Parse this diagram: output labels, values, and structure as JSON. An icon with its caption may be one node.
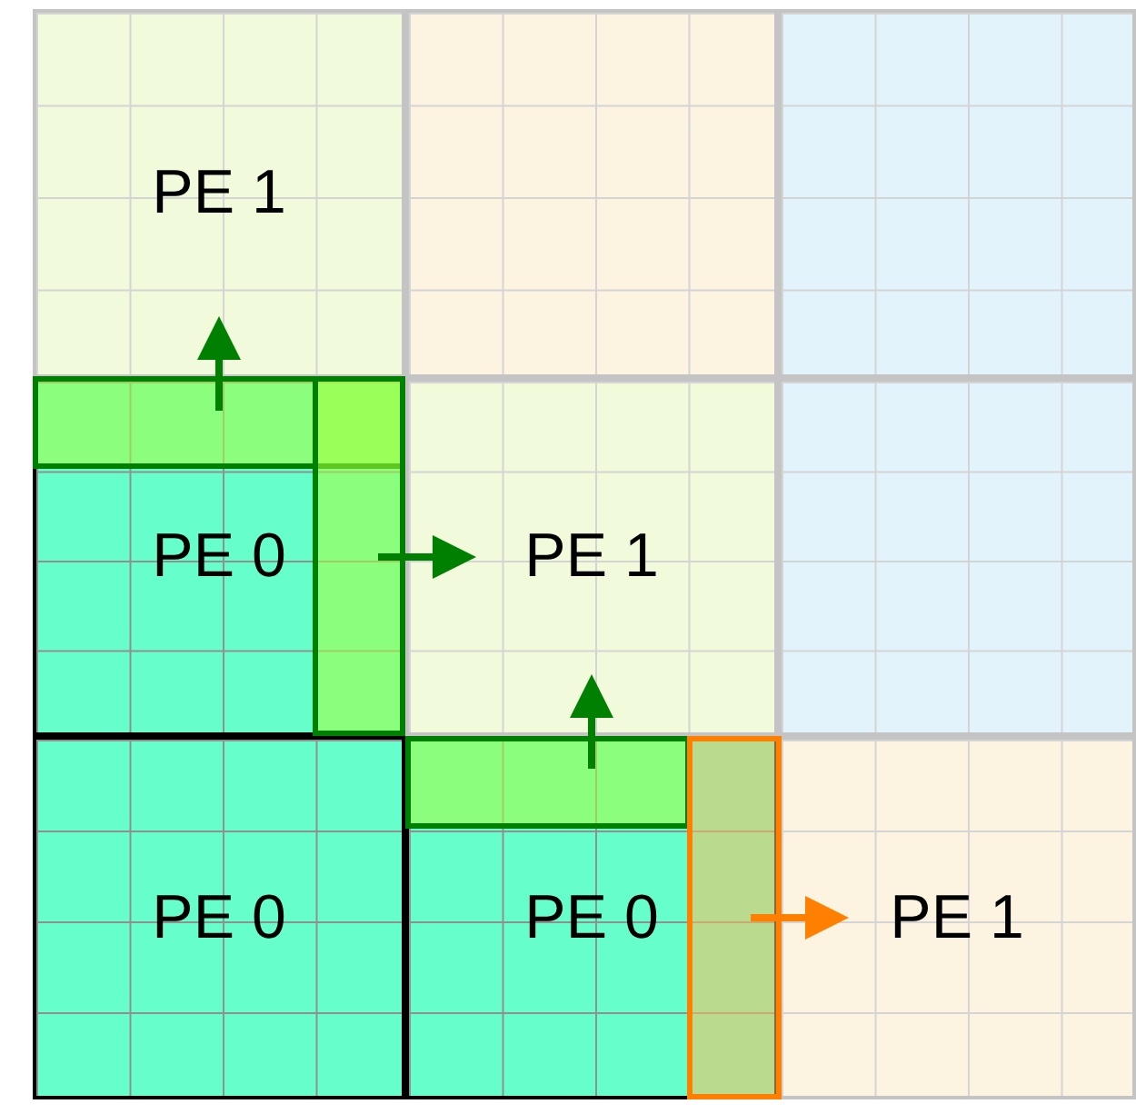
{
  "diagram": {
    "nodes": [
      {
        "text": [
          "PE 1"
        ]
      },
      {
        "text": [],
        "shape": "box"
      },
      {
        "text": [],
        "shape": "box"
      },
      {
        "text": [
          "PE 0"
        ]
      },
      {
        "text": [
          "PE 1"
        ]
      },
      {
        "text": [],
        "shape": "box"
      },
      {
        "text": [
          "PE 0"
        ]
      },
      {
        "text": [
          "PE 0"
        ]
      },
      {
        "text": [
          "PE 1"
        ]
      }
    ],
    "edges": [
      {
        "from": 3,
        "to": 0,
        "arrow": "to"
      },
      {
        "from": 3,
        "to": 4,
        "arrow": "to"
      },
      {
        "from": 7,
        "to": 4,
        "arrow": "to"
      },
      {
        "from": 7,
        "to": 8,
        "arrow": "to",
        "color": "#ff8000"
      }
    ]
  }
}
